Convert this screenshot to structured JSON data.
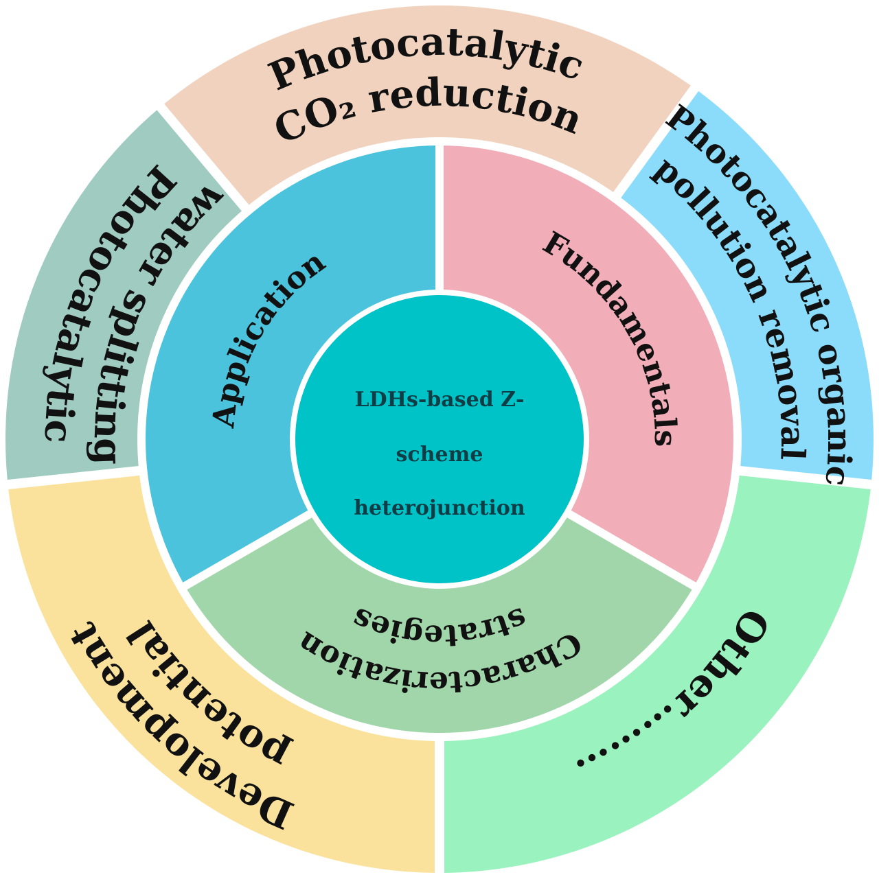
{
  "center": {
    "lines": [
      "LDHs-based Z-",
      "scheme",
      "heterojunction"
    ],
    "color": "#00C3C8"
  },
  "middle_ring": [
    {
      "id": "application",
      "label": "Application",
      "color": "#4BC3DC"
    },
    {
      "id": "fundamentals",
      "label": "Fundamentals",
      "color": "#F2AEB8"
    },
    {
      "id": "characterization",
      "label": "Characterization strategies",
      "lines": [
        "Characterization",
        "strategies"
      ],
      "color": "#A0D6AA"
    }
  ],
  "outer_ring": [
    {
      "id": "co2",
      "lines": [
        "Photocatalytic",
        "CO₂ reduction"
      ],
      "color": "#F0D2BE"
    },
    {
      "id": "organic",
      "lines": [
        "Photocatalytic organic",
        "pollution removal"
      ],
      "color": "#8BDCFA"
    },
    {
      "id": "other",
      "lines": [
        "Other………"
      ],
      "color": "#9AF2BE"
    },
    {
      "id": "development",
      "lines": [
        "Development",
        "potential"
      ],
      "color": "#FAE29C"
    },
    {
      "id": "water",
      "lines": [
        "Photocatalytic",
        "water splitting"
      ],
      "color": "#9FCBC1"
    }
  ],
  "separator_color": "#ffffff"
}
